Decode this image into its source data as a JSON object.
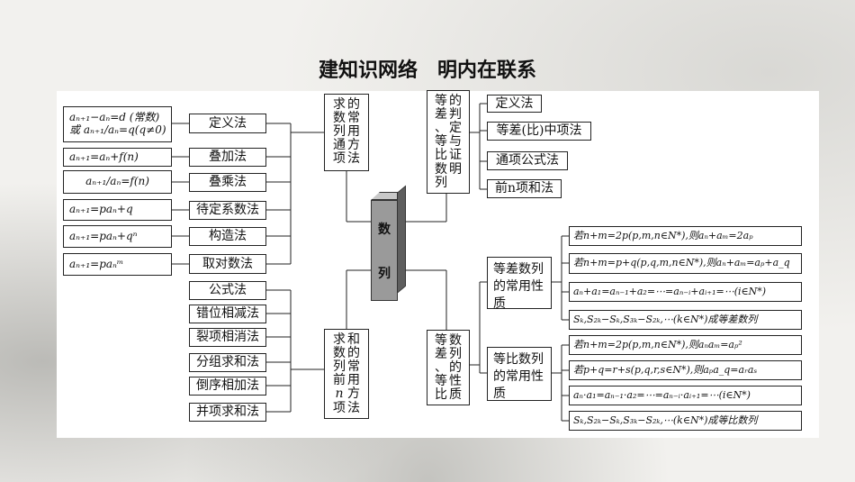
{
  "title": "建知识网络　明内在联系",
  "center": {
    "char1": "数",
    "char2": "列"
  },
  "recursion": {
    "formulas": [
      {
        "line1": "aₙ₊₁−aₙ=d (常数)",
        "line2": "或 aₙ₊₁/aₙ=q(q≠0)"
      },
      {
        "line1": "aₙ₊₁=aₙ+f(n)"
      },
      {
        "line1": "aₙ₊₁/aₙ=f(n)"
      },
      {
        "line1": "aₙ₊₁=paₙ+q"
      },
      {
        "line1": "aₙ₊₁=paₙ+qⁿ"
      },
      {
        "line1": "aₙ₊₁=paₙᵐ"
      }
    ],
    "methods": [
      "定义法",
      "叠加法",
      "叠乘法",
      "待定系数法",
      "构造法",
      "取对数法"
    ],
    "category": [
      "求数列通项",
      "的常用方法"
    ]
  },
  "sums": {
    "methods": [
      "公式法",
      "错位相减法",
      "裂项相消法",
      "分组求和法",
      "倒序相加法",
      "并项求和法"
    ],
    "category": [
      "求数列前n项",
      "和的常用方法"
    ]
  },
  "proof": {
    "category": [
      "等差、等比数列",
      "的判定与证明"
    ],
    "methods": [
      "定义法",
      "等差(比)中项法",
      "通项公式法",
      "前n项和法"
    ]
  },
  "properties": {
    "category": [
      "等差、等比",
      "数列的性质"
    ],
    "arith_label": "等差数列的常用性质",
    "geo_label": "等比数列的常用性质",
    "arith": [
      "若n+m=2p(p,m,n∈N*),则aₙ+aₘ=2aₚ",
      "若n+m=p+q(p,q,m,n∈N*),则aₙ+aₘ=aₚ+a_q",
      "aₙ+a₁=aₙ₋₁+a₂=⋯=aₙ₋ᵢ+aᵢ₊₁=⋯(i∈N*)",
      "Sₖ,S₂ₖ−Sₖ,S₃ₖ−S₂ₖ,⋯(k∈N*)成等差数列"
    ],
    "geo": [
      "若n+m=2p(p,m,n∈N*),则aₙaₘ=aₚ²",
      "若p+q=r+s(p,q,r,s∈N*),则aₚa_q=aᵣaₛ",
      "aₙ·a₁=aₙ₋₁·a₂=⋯=aₙ₋ᵢ·aᵢ₊₁=⋯(i∈N*)",
      "Sₖ,S₂ₖ−Sₖ,S₃ₖ−S₂ₖ,⋯(k∈N*)成等比数列"
    ]
  }
}
